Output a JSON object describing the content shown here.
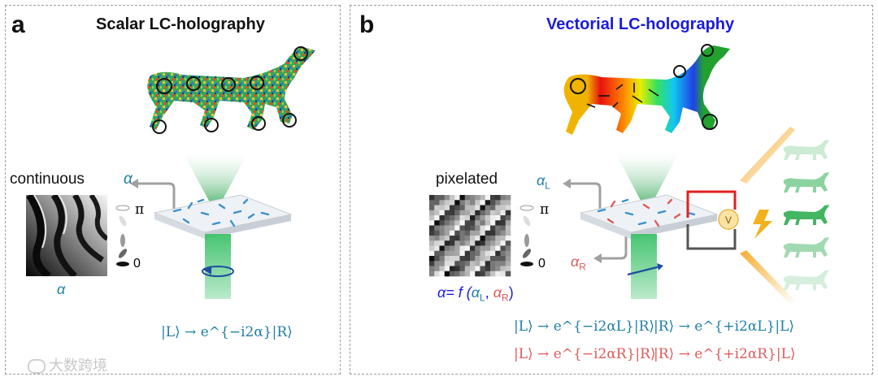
{
  "panel_a": {
    "label": "a",
    "title": "Scalar LC-holography",
    "map_label": "continuous",
    "alpha_symbol": "α",
    "alpha_under_map": "α",
    "pi_label": "π",
    "zero_label": "0",
    "equation": "|L⟩ → e^{−i2α}|R⟩"
  },
  "panel_b": {
    "label": "b",
    "title": "Vectorial LC-holography",
    "map_label": "pixelated",
    "alpha_L": "α",
    "alpha_L_sub": "L",
    "alpha_R": "α",
    "alpha_R_sub": "R",
    "pi_label": "π",
    "zero_label": "0",
    "voltage_label": "V",
    "formula_prefix": "α= f (",
    "formula_aL": "α",
    "formula_aL_sub": "L",
    "formula_sep": ", ",
    "formula_aR": "α",
    "formula_aR_sub": "R",
    "formula_suffix": ")",
    "eq_row1_left": "|L⟩ → e^{−i2αL}|R⟩",
    "eq_row1_right": "|R⟩ → e^{+i2αL}|L⟩",
    "eq_row2_left": "|L⟩ → e^{−i2αR}|R⟩",
    "eq_row2_right": "|R⟩ → e^{+i2αR}|L⟩"
  },
  "watermark": "大数跨境",
  "colors": {
    "title_b": "#1a1adf",
    "teal": "#1f7fa6",
    "red": "#e05a5a",
    "green": "#2fae52",
    "bolt": "#f2b21e"
  }
}
